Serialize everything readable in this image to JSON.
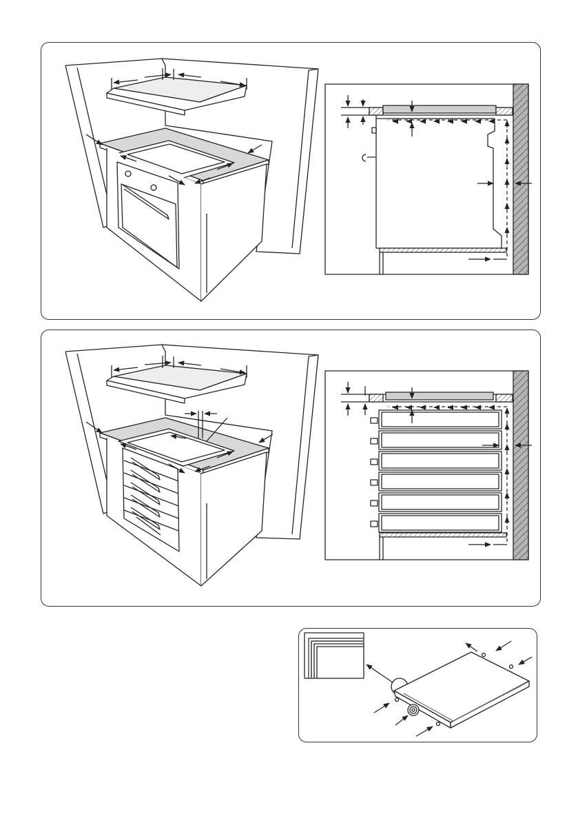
{
  "figures": [
    {
      "id": "oven-installation",
      "views": [
        "perspective-cabinet-with-oven",
        "side-section-ventilation"
      ]
    },
    {
      "id": "drawer-installation",
      "views": [
        "perspective-cabinet-with-drawers",
        "side-section-ventilation"
      ]
    },
    {
      "id": "gasket-application",
      "views": [
        "hob-underside-with-seal",
        "gasket-corner-detail"
      ]
    }
  ],
  "colors": {
    "line": "#222222",
    "wall_hatch": "#9a9a9a",
    "hob_glass": "#bdbdbd",
    "panel_border": "#333333"
  },
  "icons": [
    "arrow-icon",
    "hatched-wall",
    "seal-roll-icon",
    "magnifier-detail-icon"
  ]
}
